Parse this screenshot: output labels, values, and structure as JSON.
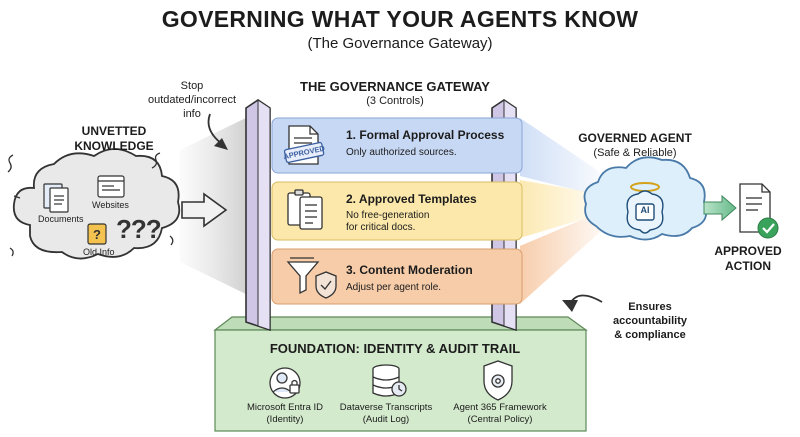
{
  "header": {
    "title": "GOVERNING WHAT YOUR AGENTS KNOW",
    "subtitle": "(The Governance Gateway)"
  },
  "gateway": {
    "title": "THE GOVERNANCE GATEWAY",
    "subtitle": "(3 Controls)",
    "controls": [
      {
        "title": "1. Formal Approval Process",
        "desc": "Only authorized sources.",
        "stamp": "APPROVED",
        "color": "#c3d5f3"
      },
      {
        "title": "2. Approved Templates",
        "desc_1": "No free-generation",
        "desc_2": "for critical docs.",
        "color": "#fbe7a8"
      },
      {
        "title": "3. Content Moderation",
        "desc": "Adjust per agent role.",
        "color": "#f6c9a6"
      }
    ]
  },
  "unvetted": {
    "title_1": "UNVETTED",
    "title_2": "KNOWLEDGE",
    "items": [
      "Documents",
      "Websites",
      "Old Info"
    ],
    "question_marks": "???"
  },
  "stop_note": {
    "line1": "Stop",
    "line2": "outdated/incorrect",
    "line3": "info"
  },
  "governed_agent": {
    "title": "GOVERNED AGENT",
    "subtitle": "(Safe & Reliable)",
    "chip": "AI"
  },
  "approved_action": {
    "line1": "APPROVED",
    "line2": "ACTION"
  },
  "ensures_note": {
    "line1": "Ensures",
    "line2": "accountability",
    "line3": "& compliance"
  },
  "foundation": {
    "title": "FOUNDATION: IDENTITY & AUDIT TRAIL",
    "items": [
      {
        "name": "Microsoft Entra ID",
        "detail": "(Identity)"
      },
      {
        "name": "Dataverse Transcripts",
        "detail": "(Audit Log)"
      },
      {
        "name": "Agent 365 Framework",
        "detail": "(Central Policy)"
      }
    ]
  },
  "colors": {
    "pillar": "#d9d3ea",
    "foundation": "#cfe6c9",
    "cloud_left": "#e8e8e8",
    "cloud_right": "#dbeefb",
    "check": "#3aa35b"
  }
}
